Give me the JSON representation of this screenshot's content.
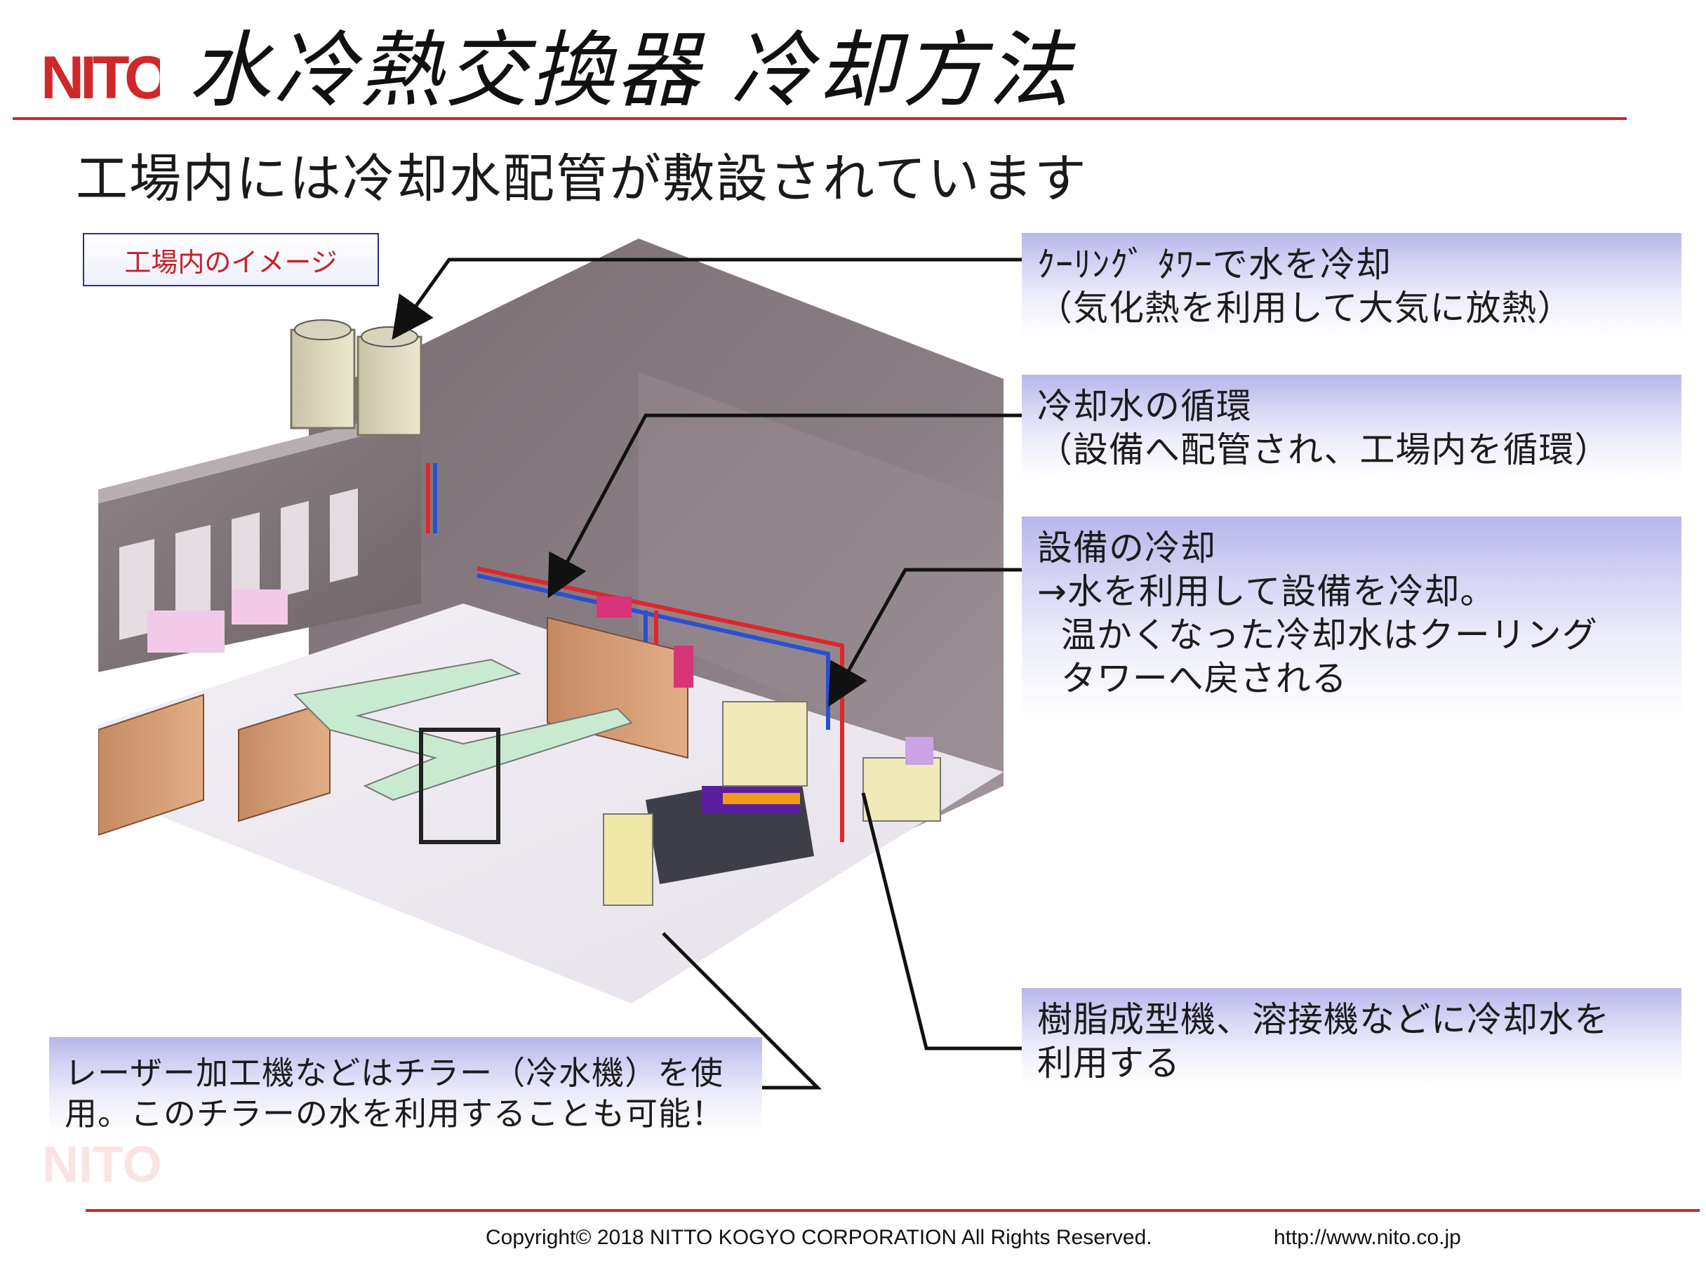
{
  "header": {
    "logo_text": "NITO",
    "title": "水冷熱交換器 冷却方法"
  },
  "subtitle": "工場内には冷却水配管が敷設されています",
  "image_tag": "工場内のイメージ",
  "callouts": {
    "cooling_tower": {
      "lines": [
        "ｸｰﾘﾝｸﾞ ﾀﾜｰで水を冷却",
        "（気化熱を利用して大気に放熱）"
      ]
    },
    "circulation": {
      "lines": [
        "冷却水の循環",
        "（設備へ配管され、工場内を循環）"
      ]
    },
    "equipment": {
      "lines": [
        "設備の冷却",
        "→水を利用して設備を冷却。",
        "  温かくなった冷却水はクーリング",
        "  タワーへ戻される"
      ]
    },
    "molding": {
      "lines": [
        "樹脂成型機、溶接機などに冷却水を",
        "利用する"
      ]
    },
    "laser": {
      "lines": [
        "レーザー加工機などはチラー（冷水機）を使",
        "用。このチラーの水を利用することも可能！"
      ]
    }
  },
  "footer": {
    "copyright": "Copyright© 2018 NITTO KOGYO CORPORATION All Rights Reserved.",
    "url": "http://www.nito.co.jp"
  },
  "colors": {
    "brand_red": "#d0282a",
    "callout_top": "#b7b6ea",
    "tag_border": "#2b2f8a",
    "tag_text": "#c71f2a",
    "pipe_red": "#e0262a",
    "pipe_blue": "#2a4fd0"
  }
}
